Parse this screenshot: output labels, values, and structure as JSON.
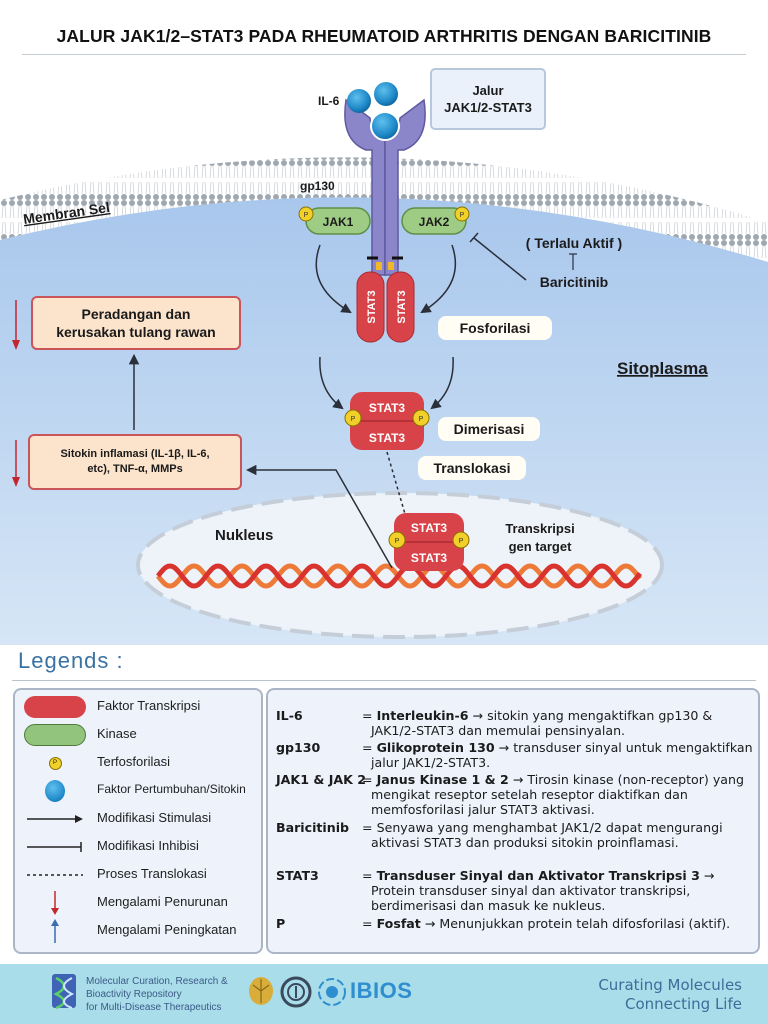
{
  "title": "JALUR JAK1/2–STAT3 PADA RHEUMATOID ARTHRITIS DENGAN BARICITINIB",
  "pathway_box": {
    "line1": "Jalur",
    "line2": "JAK1/2-STAT3"
  },
  "diagram": {
    "il6_label": "IL-6",
    "gp130_label": "gp130",
    "membrane_label": "Membran Sel",
    "jak1_label": "JAK1",
    "jak2_label": "JAK2",
    "p_label": "P",
    "stat3_label": "STAT3",
    "overactive_label": "( Terlalu Aktif )",
    "drug_label": "Baricitinib",
    "step_phosphorylation": "Fosforilasi",
    "step_dimerization": "Dimerisasi",
    "step_translocation": "Translokasi",
    "cytoplasm_label": "Sitoplasma",
    "nucleus_label": "Nukleus",
    "transcription_label_1": "Transkripsi",
    "transcription_label_2": "gen target",
    "outcome_box": {
      "line1": "Peradangan dan",
      "line2": "kerusakan tulang rawan"
    },
    "cytokine_box": {
      "line1": "Sitokin inflamasi (IL-1β, IL-6,",
      "line2": "etc), TNF-α, MMPs"
    }
  },
  "legends": {
    "title": "Legends :",
    "items": [
      {
        "icon": "red-pill-icon",
        "label": "Faktor Transkripsi"
      },
      {
        "icon": "green-pill-icon",
        "label": "Kinase"
      },
      {
        "icon": "phosphate-icon",
        "label": "Terfosforilasi"
      },
      {
        "icon": "blue-sphere-icon",
        "label": "Faktor Pertumbuhan/Sitokin"
      },
      {
        "icon": "arrow-right-icon",
        "label": "Modifikasi Stimulasi"
      },
      {
        "icon": "inhibition-bar-icon",
        "label": "Modifikasi Inhibisi"
      },
      {
        "icon": "dashed-line-icon",
        "label": "Proses Translokasi"
      },
      {
        "icon": "red-down-arrow-icon",
        "label": "Mengalami Penurunan"
      },
      {
        "icon": "blue-up-arrow-icon",
        "label": "Mengalami Peningkatan"
      }
    ],
    "definitions": [
      {
        "term": "IL-6",
        "eq": "=",
        "bold": "Interleukin-6",
        "arrow": "→",
        "text": "sitokin yang mengaktifkan gp130 & JAK1/2-STAT3 dan memulai pensinyalan."
      },
      {
        "term": "gp130",
        "eq": "=",
        "bold": "Glikoprotein  130",
        "arrow": "→",
        "text": "transduser sinyal untuk mengaktifkan jalur JAK1/2-STAT3."
      },
      {
        "term": "JAK1 & JAK 2",
        "eq": "=",
        "bold": "Janus Kinase 1 & 2",
        "arrow": "→",
        "text": "Tirosin kinase (non-receptor) yang mengikat reseptor setelah reseptor diaktifkan dan memfosforilasi jalur STAT3 aktivasi."
      },
      {
        "term": "Baricitinib",
        "eq": "=",
        "bold": "",
        "arrow": "",
        "text": "Senyawa yang menghambat JAK1/2 dapat mengurangi aktivasi STAT3 dan produksi sitokin proinflamasi."
      },
      {
        "term": "STAT3",
        "eq": "=",
        "bold": "Transduser Sinyal dan Aktivator Transkripsi 3",
        "arrow": "→",
        "text": "Protein transduser sinyal dan aktivator transkripsi, berdimerisasi dan masuk ke nukleus."
      },
      {
        "term": "P",
        "eq": "=",
        "bold": "Fosfat",
        "arrow": "→",
        "text": "Menunjukkan protein telah difosforilasi (aktif)."
      }
    ]
  },
  "footer": {
    "org_line1": "Molecular Curation, Research &",
    "org_line2": "Bioactivity Repository",
    "org_line3": "for Multi-Disease Therapeutics",
    "partner_logo": "IBIOS",
    "tagline_1": "Curating Molecules",
    "tagline_2": "Connecting Life"
  },
  "colors": {
    "stat3_red": "#d8434a",
    "kinase_green": "#93c47d",
    "phosphate_yellow": "#f2d02a",
    "cytokine_blue": "#1e88c7",
    "receptor_purple": "#8b85c9",
    "cytoplasm_blue": "#a9c8ec",
    "peach_box": "#fbe3cc",
    "legend_blue": "#3a72a3",
    "footer_bg": "#a9dde9"
  }
}
